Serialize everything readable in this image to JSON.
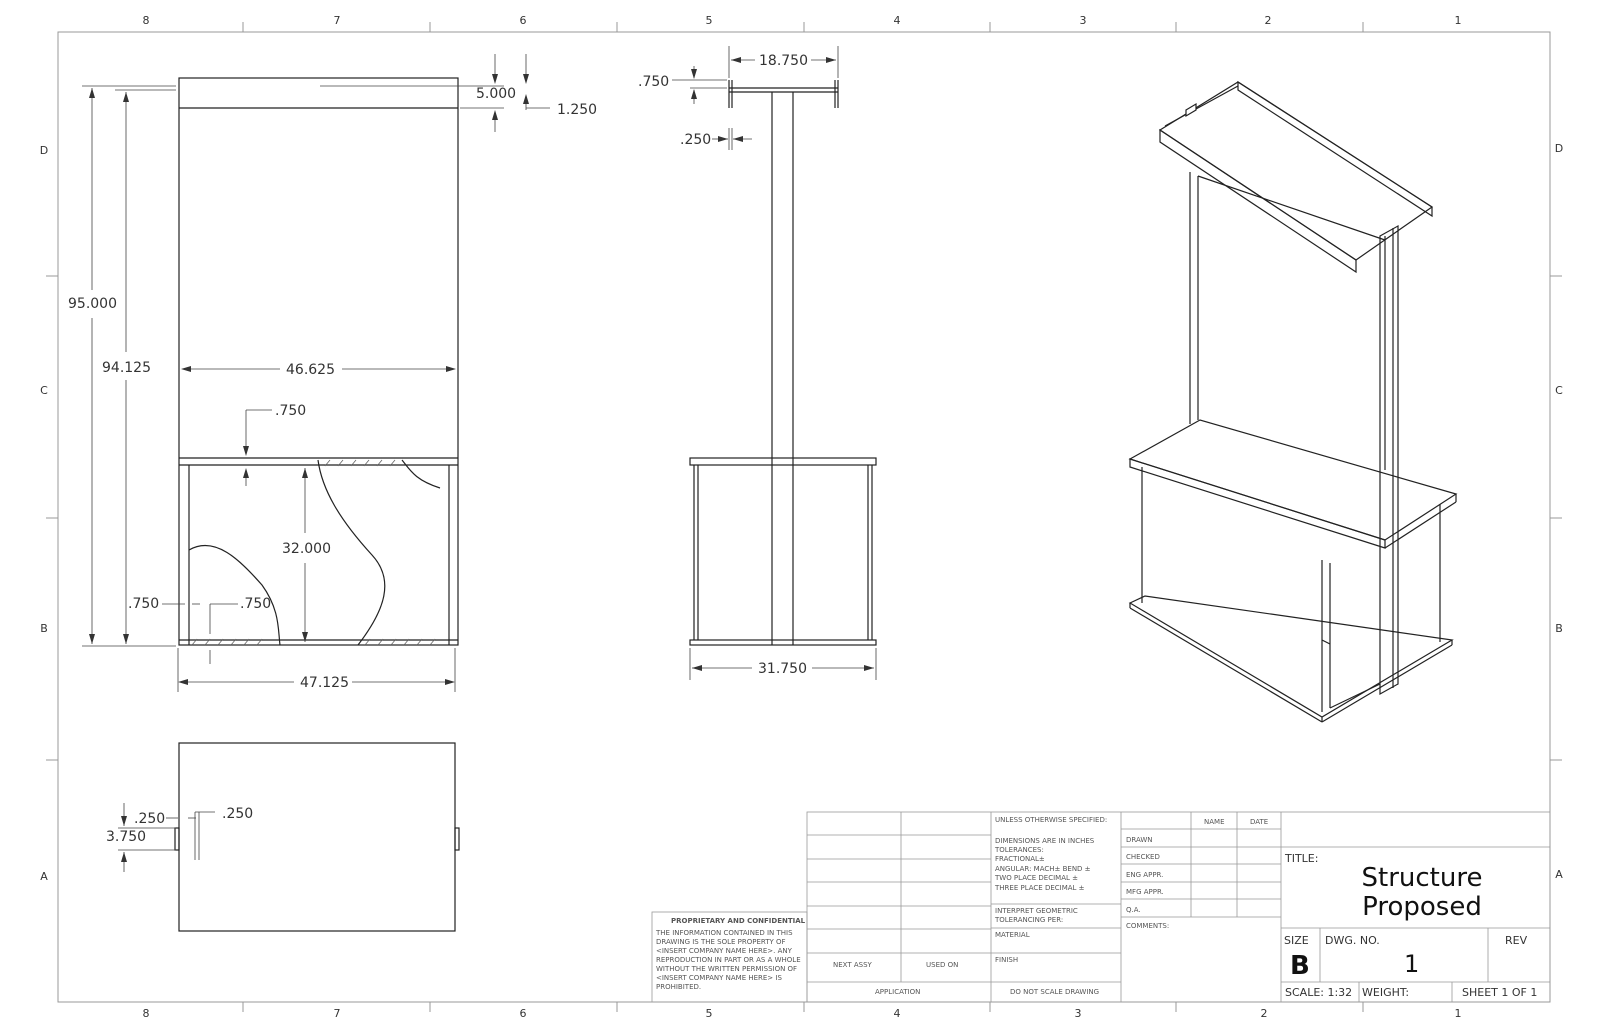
{
  "border": {
    "col_labels": [
      "8",
      "7",
      "6",
      "5",
      "4",
      "3",
      "2",
      "1"
    ],
    "row_labels": [
      "D",
      "C",
      "B",
      "A"
    ]
  },
  "front_view": {
    "dims": {
      "overall_height": "95.000",
      "inner_height": "94.125",
      "panel_width": "46.625",
      "shelf_thickness": ".750",
      "cabinet_height": "32.000",
      "side_thickness": ".750",
      "base_thickness": ".750",
      "overall_width": "47.125",
      "top_depth": "5.000",
      "top_thickness": "1.250"
    }
  },
  "side_view": {
    "dims": {
      "top_width": "18.750",
      "top_flange": ".750",
      "web_thickness": ".250",
      "base_width": "31.750"
    }
  },
  "top_view": {
    "dims": {
      "tab_gap_a": ".250",
      "tab_gap_b": ".250",
      "tab_length": "3.750"
    }
  },
  "proprietary": {
    "heading": "PROPRIETARY AND CONFIDENTIAL",
    "lines": [
      "THE INFORMATION CONTAINED IN THIS",
      "DRAWING IS THE SOLE PROPERTY OF",
      "<INSERT COMPANY NAME HERE>.  ANY",
      "REPRODUCTION IN PART OR AS A WHOLE",
      "WITHOUT THE WRITTEN PERMISSION OF",
      "<INSERT COMPANY NAME HERE> IS",
      "PROHIBITED."
    ]
  },
  "title_block": {
    "next_assy": "NEXT ASSY",
    "used_on": "USED ON",
    "application": "APPLICATION",
    "unless": "UNLESS OTHERWISE SPECIFIED:",
    "tolerances": [
      "DIMENSIONS ARE IN INCHES",
      "TOLERANCES:",
      "FRACTIONAL±",
      "ANGULAR: MACH±    BEND ±",
      "TWO PLACE DECIMAL    ±",
      "THREE PLACE DECIMAL  ±"
    ],
    "interpret": [
      "INTERPRET GEOMETRIC",
      "TOLERANCING PER:"
    ],
    "material": "MATERIAL",
    "finish": "FINISH",
    "do_not_scale": "DO NOT SCALE DRAWING",
    "name_col": "NAME",
    "date_col": "DATE",
    "approvals": [
      "DRAWN",
      "CHECKED",
      "ENG APPR.",
      "MFG APPR.",
      "Q.A."
    ],
    "comments": "COMMENTS:",
    "title_label": "TITLE:",
    "title_line1": "Structure",
    "title_line2": "Proposed",
    "size_label": "SIZE",
    "size_value": "B",
    "dwg_no_label": "DWG.  NO.",
    "dwg_no_value": "1",
    "rev_label": "REV",
    "scale": "SCALE: 1:32",
    "weight": "WEIGHT:",
    "sheet": "SHEET 1 OF 1"
  }
}
